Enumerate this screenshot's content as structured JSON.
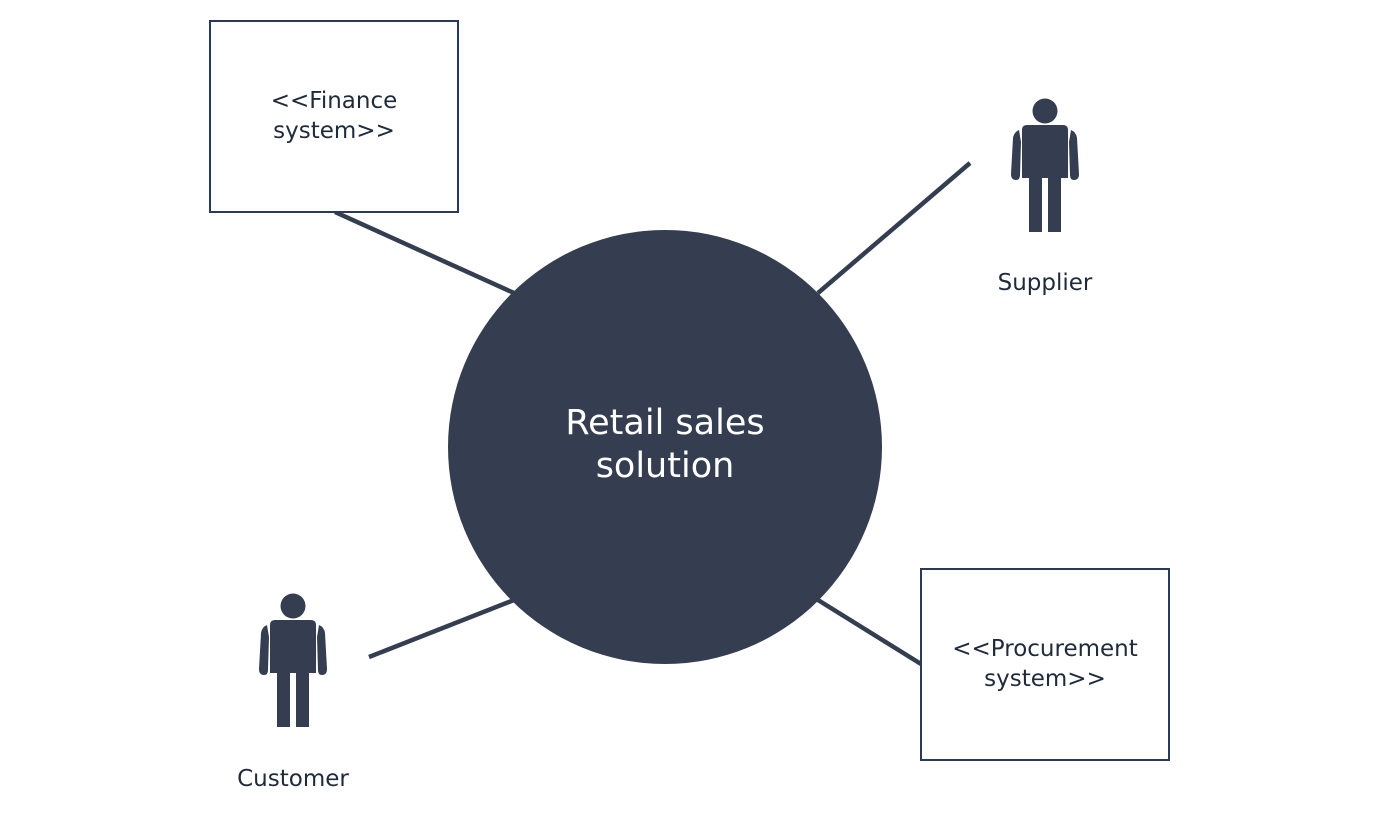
{
  "diagram": {
    "center": {
      "line1": "Retail sales",
      "line2": "solution"
    },
    "finance_box": {
      "line1": "<<Finance",
      "line2": "system>>"
    },
    "procurement_box": {
      "line1": "<<Procurement",
      "line2": "system>>"
    },
    "supplier": {
      "label": "Supplier"
    },
    "customer": {
      "label": "Customer"
    }
  },
  "colors": {
    "primary": "#343e50",
    "box_border": "#2a3a5c",
    "text": "#1f2a3a",
    "center_text": "#ffffff"
  },
  "icons": {
    "actor": "person-icon"
  }
}
